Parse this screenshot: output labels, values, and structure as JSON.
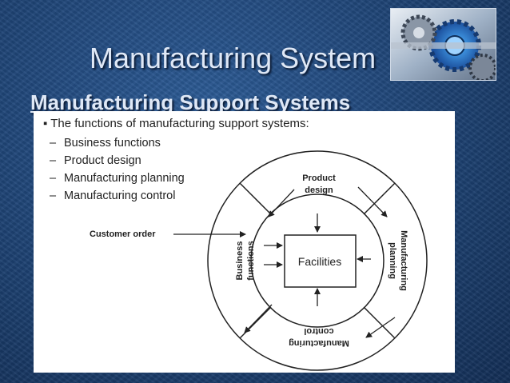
{
  "title": "Manufacturing System",
  "subtitle": "Manufacturing Support Systems",
  "bullet": {
    "marker": "▪",
    "heading": "The functions of manufacturing support systems:",
    "items": [
      "Business functions",
      "Product design",
      "Manufacturing planning",
      "Manufacturing control"
    ]
  },
  "diagram": {
    "center": "Facilities",
    "input": "Customer order",
    "sectors": {
      "top": [
        "Product",
        "design"
      ],
      "left": [
        "Business",
        "functions"
      ],
      "right": [
        "Manufacturing",
        "planning"
      ],
      "bottom": [
        "Manufacturing",
        "control"
      ]
    }
  },
  "image": {
    "name": "gears-photo"
  },
  "colors": {
    "title": "#dfe8f6",
    "background": "#1d4273",
    "panel": "#ffffff",
    "line": "#222222"
  }
}
